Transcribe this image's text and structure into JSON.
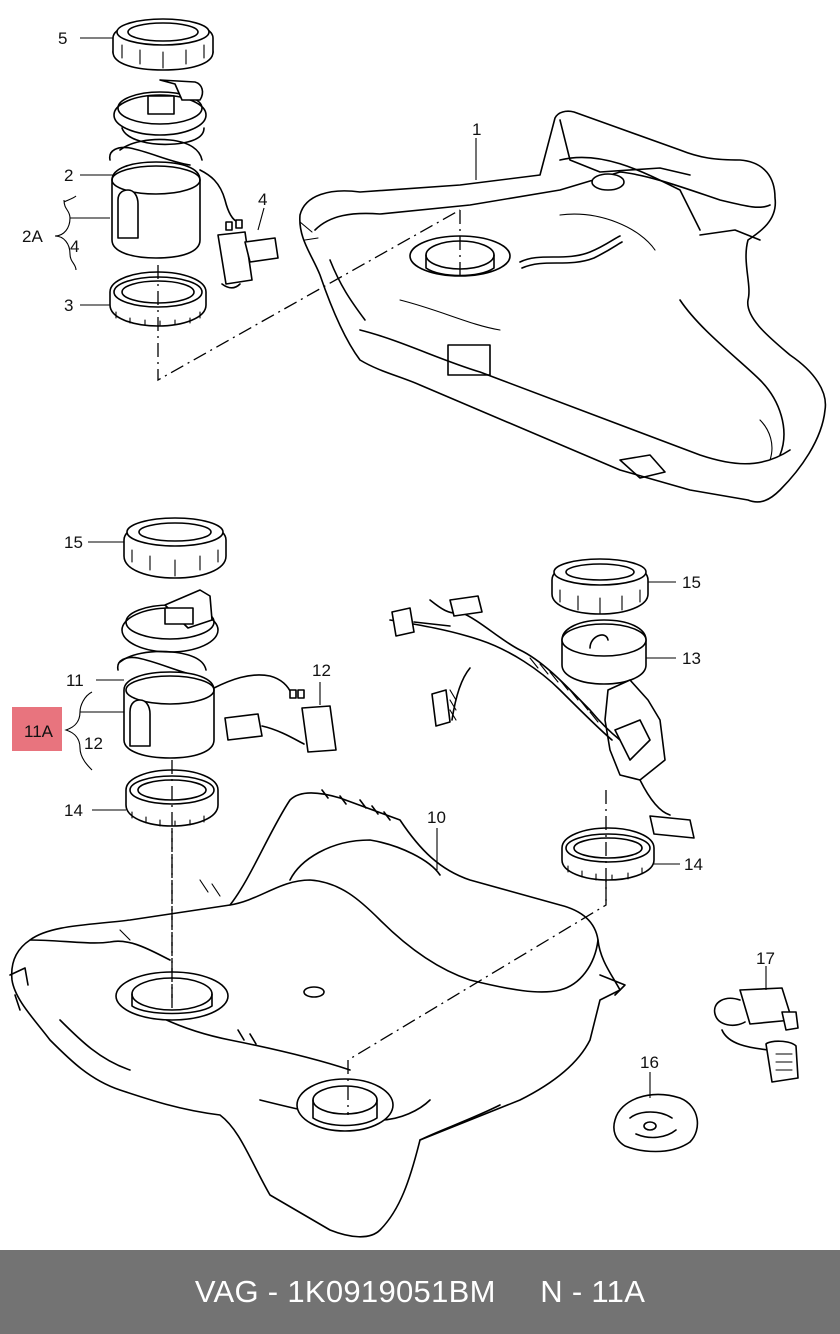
{
  "labels": {
    "l1": "1",
    "l2": "2",
    "l2a": "2A",
    "l3": "3",
    "l4a": "4",
    "l4b": "4",
    "l5": "5",
    "l10": "10",
    "l11": "11",
    "l11a": "11A",
    "l12a": "12",
    "l12b": "12",
    "l13": "13",
    "l14a": "14",
    "l14b": "14",
    "l15a": "15",
    "l15b": "15",
    "l16": "16",
    "l17": "17"
  },
  "highlight_color": "#e8747e",
  "footer": {
    "text": "VAG - 1K0919051BM     N - 11A",
    "background": "#737373",
    "text_color": "#ffffff"
  }
}
